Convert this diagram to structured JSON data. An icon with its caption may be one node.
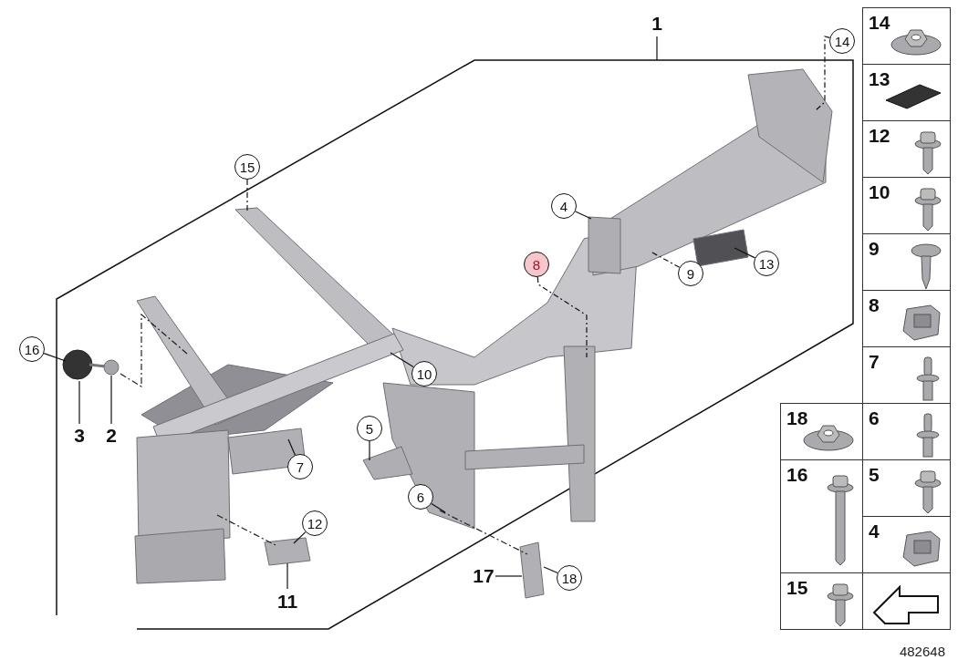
{
  "diagram": {
    "nodes": [
      {
        "text": [
          "1"
        ]
      },
      {
        "text": [
          "14"
        ]
      },
      {
        "text": [
          "15"
        ]
      },
      {
        "text": [
          "4"
        ]
      },
      {
        "text": [
          "8"
        ]
      },
      {
        "text": [
          "9"
        ]
      },
      {
        "text": [
          "13"
        ]
      },
      {
        "text": [
          "16"
        ]
      },
      {
        "text": [
          "10"
        ]
      },
      {
        "text": [
          "3"
        ]
      },
      {
        "text": [
          "2"
        ]
      },
      {
        "text": [
          "5"
        ]
      },
      {
        "text": [
          "7"
        ]
      },
      {
        "text": [
          "6"
        ]
      },
      {
        "text": [
          "12"
        ]
      },
      {
        "text": [
          "17"
        ]
      },
      {
        "text": [
          "18"
        ]
      },
      {
        "text": [
          "11"
        ]
      }
    ],
    "edges": [
      {
        "from": 0,
        "to": null,
        "arrow": "none"
      },
      {
        "from": 1,
        "to": null,
        "arrow": "none",
        "style": "dashed"
      },
      {
        "from": 2,
        "to": null,
        "arrow": "none",
        "style": "dashed"
      },
      {
        "from": 3,
        "to": null,
        "arrow": "none"
      },
      {
        "from": 4,
        "to": null,
        "arrow": "none",
        "style": "dashed"
      },
      {
        "from": 5,
        "to": null,
        "arrow": "none",
        "style": "dashed"
      },
      {
        "from": 6,
        "to": null,
        "arrow": "none"
      },
      {
        "from": 7,
        "to": null,
        "arrow": "none"
      },
      {
        "from": 8,
        "to": null,
        "arrow": "none"
      },
      {
        "from": 9,
        "to": null,
        "arrow": "none"
      },
      {
        "from": 10,
        "to": null,
        "arrow": "none"
      },
      {
        "from": 11,
        "to": null,
        "arrow": "none"
      },
      {
        "from": 12,
        "to": null,
        "arrow": "none"
      },
      {
        "from": 13,
        "to": null,
        "arrow": "none"
      },
      {
        "from": 14,
        "to": null,
        "arrow": "none"
      },
      {
        "from": 15,
        "to": null,
        "arrow": "none"
      },
      {
        "from": 16,
        "to": null,
        "arrow": "none"
      },
      {
        "from": 17,
        "to": null,
        "arrow": "none"
      }
    ],
    "labels": [
      "14",
      "13",
      "12",
      "10",
      "9",
      "8",
      "7",
      "18",
      "6",
      "16",
      "5",
      "4",
      "15",
      "482648"
    ]
  }
}
